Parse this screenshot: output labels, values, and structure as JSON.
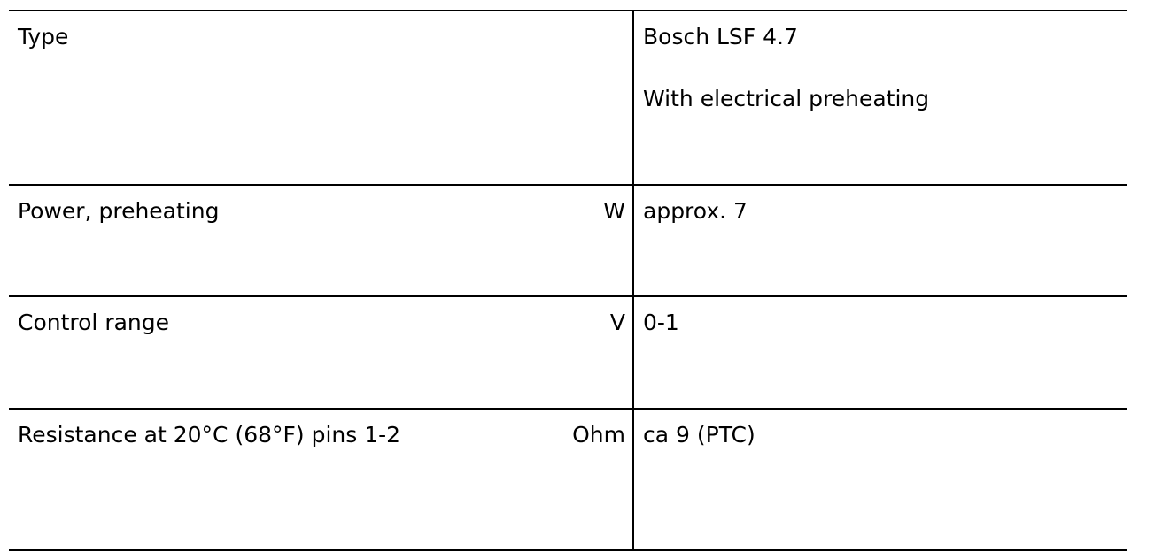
{
  "rows": [
    {
      "label": "Type",
      "unit": "",
      "values": [
        "Bosch LSF 4.7",
        "With electrical preheating"
      ]
    },
    {
      "label": "Power, preheating",
      "unit": "W",
      "values": [
        "approx. 7"
      ]
    },
    {
      "label": "Control range",
      "unit": "V",
      "values": [
        "0-1"
      ]
    },
    {
      "label": "Resistance at 20°C (68°F) pins 1-2",
      "unit": "Ohm",
      "values": [
        "ca 9 (PTC)"
      ]
    }
  ]
}
